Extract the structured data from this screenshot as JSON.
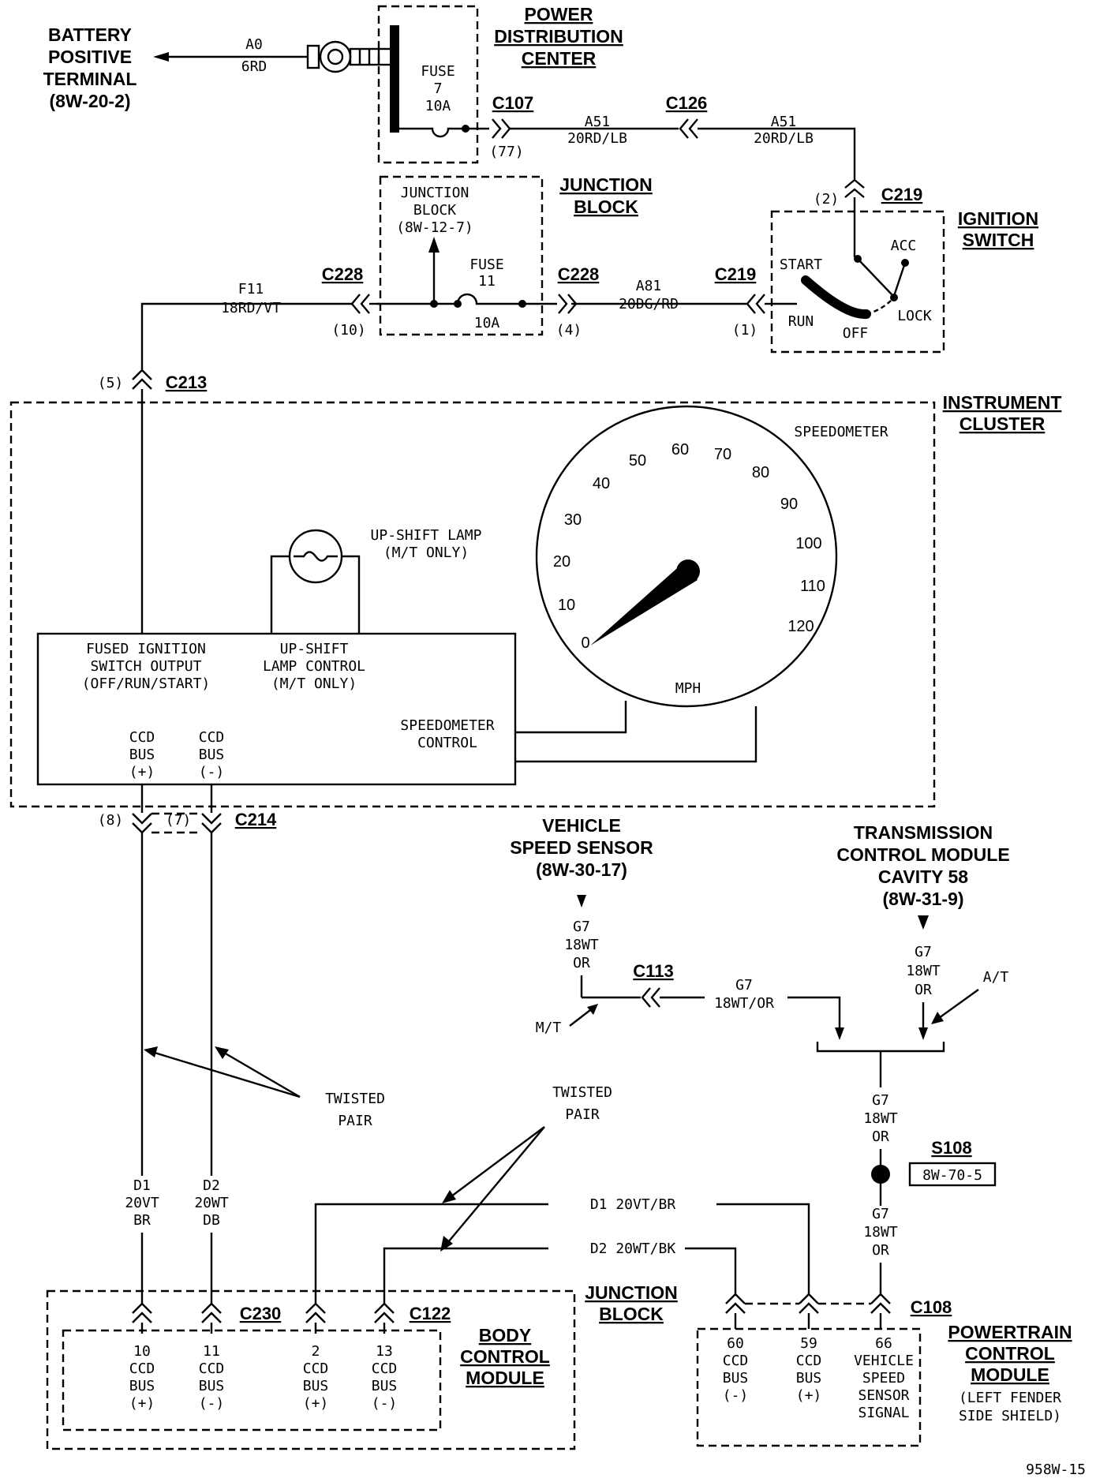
{
  "battery": {
    "l1": "BATTERY",
    "l2": "POSITIVE",
    "l3": "TERMINAL",
    "ref": "(8W-20-2)",
    "wire1": "A0",
    "wire2": "6RD"
  },
  "pdc": {
    "l1": "POWER",
    "l2": "DISTRIBUTION",
    "l3": "CENTER",
    "fuse_l1": "FUSE",
    "fuse_l2": "7",
    "fuse_l3": "10A"
  },
  "connectors": {
    "c107": "C107",
    "c107_pin": "(77)",
    "c126": "C126",
    "c219a": "C219",
    "c219a_pin": "(2)",
    "c219b": "C219",
    "c219b_pin": "(1)",
    "c228a": "C228",
    "c228a_pin": "(10)",
    "c228b": "C228",
    "c228b_pin": "(4)",
    "c213": "C213",
    "c213_pin": "(5)",
    "c214": "C214",
    "c214_pin1": "(8)",
    "c214_pin2": "(7)",
    "c113": "C113",
    "c230": "C230",
    "c122": "C122",
    "c108": "C108",
    "s108": "S108",
    "s108_ref": "8W-70-5"
  },
  "wires": {
    "a51a_1": "A51",
    "a51a_2": "20RD/LB",
    "a51b_1": "A51",
    "a51b_2": "20RD/LB",
    "a81_1": "A81",
    "a81_2": "20DG/RD",
    "f11_1": "F11",
    "f11_2": "18RD/VT",
    "d1_1": "D1",
    "d1_2": "20VT",
    "d1_3": "BR",
    "d2_1": "D2",
    "d2_2": "20WT",
    "d2_3": "DB",
    "d1h": "D1  20VT/BR",
    "d2h": "D2  20WT/BK",
    "g7a_1": "G7",
    "g7a_2": "18WT",
    "g7a_3": "OR",
    "g7h_1": "G7",
    "g7h_2": "18WT/OR",
    "g7b_1": "G7",
    "g7b_2": "18WT",
    "g7b_3": "OR",
    "g7c_1": "G7",
    "g7c_2": "18WT",
    "g7c_3": "OR",
    "g7d_1": "G7",
    "g7d_2": "18WT",
    "g7d_3": "OR"
  },
  "junction_top": {
    "title1": "JUNCTION",
    "title2": "BLOCK",
    "inner1": "JUNCTION",
    "inner2": "BLOCK",
    "inner3": "(8W-12-7)",
    "fuse_l1": "FUSE",
    "fuse_l2": "11",
    "fuse_l3": "10A"
  },
  "ignition": {
    "title1": "IGNITION",
    "title2": "SWITCH",
    "acc": "ACC",
    "start": "START",
    "lock": "LOCK",
    "run": "RUN",
    "off": "OFF"
  },
  "cluster": {
    "title1": "INSTRUMENT",
    "title2": "CLUSTER",
    "speedometer": "SPEEDOMETER",
    "upshift1": "UP-SHIFT LAMP",
    "upshift2": "(M/T ONLY)",
    "fiso1": "FUSED IGNITION",
    "fiso2": "SWITCH OUTPUT",
    "fiso3": "(OFF/RUN/START)",
    "ulc1": "UP-SHIFT",
    "ulc2": "LAMP CONTROL",
    "ulc3": "(M/T ONLY)",
    "spc1": "SPEEDOMETER",
    "spc2": "CONTROL",
    "ccdp1": "CCD",
    "ccdp2": "BUS",
    "ccdp3": "(+)",
    "ccdm1": "CCD",
    "ccdm2": "BUS",
    "ccdm3": "(-)",
    "mph": "MPH",
    "dial": [
      "0",
      "10",
      "20",
      "30",
      "40",
      "50",
      "60",
      "70",
      "80",
      "90",
      "100",
      "110",
      "120"
    ]
  },
  "vss": {
    "l1": "VEHICLE",
    "l2": "SPEED SENSOR",
    "l3": "(8W-30-17)",
    "mt": "M/T"
  },
  "tcm": {
    "l1": "TRANSMISSION",
    "l2": "CONTROL MODULE",
    "l3": "CAVITY 58",
    "l4": "(8W-31-9)",
    "at": "A/T"
  },
  "twisted1": {
    "l1": "TWISTED",
    "l2": "PAIR"
  },
  "twisted2": {
    "l1": "TWISTED",
    "l2": "PAIR"
  },
  "jb_bottom": {
    "l1": "JUNCTION",
    "l2": "BLOCK"
  },
  "bcm": {
    "l1": "BODY",
    "l2": "CONTROL",
    "l3": "MODULE",
    "p10": [
      "10",
      "CCD",
      "BUS",
      "(+)"
    ],
    "p11": [
      "11",
      "CCD",
      "BUS",
      "(-)"
    ],
    "p2": [
      "2",
      "CCD",
      "BUS",
      "(+)"
    ],
    "p13": [
      "13",
      "CCD",
      "BUS",
      "(-)"
    ]
  },
  "pcm": {
    "l1": "POWERTRAIN",
    "l2": "CONTROL",
    "l3": "MODULE",
    "l4": "(LEFT FENDER",
    "l5": "SIDE SHIELD)",
    "p60": [
      "60",
      "CCD",
      "BUS",
      "(-)"
    ],
    "p59": [
      "59",
      "CCD",
      "BUS",
      "(+)"
    ],
    "p66": [
      "66",
      "VEHICLE",
      "SPEED",
      "SENSOR",
      "SIGNAL"
    ]
  },
  "figure_id": "958W-15"
}
